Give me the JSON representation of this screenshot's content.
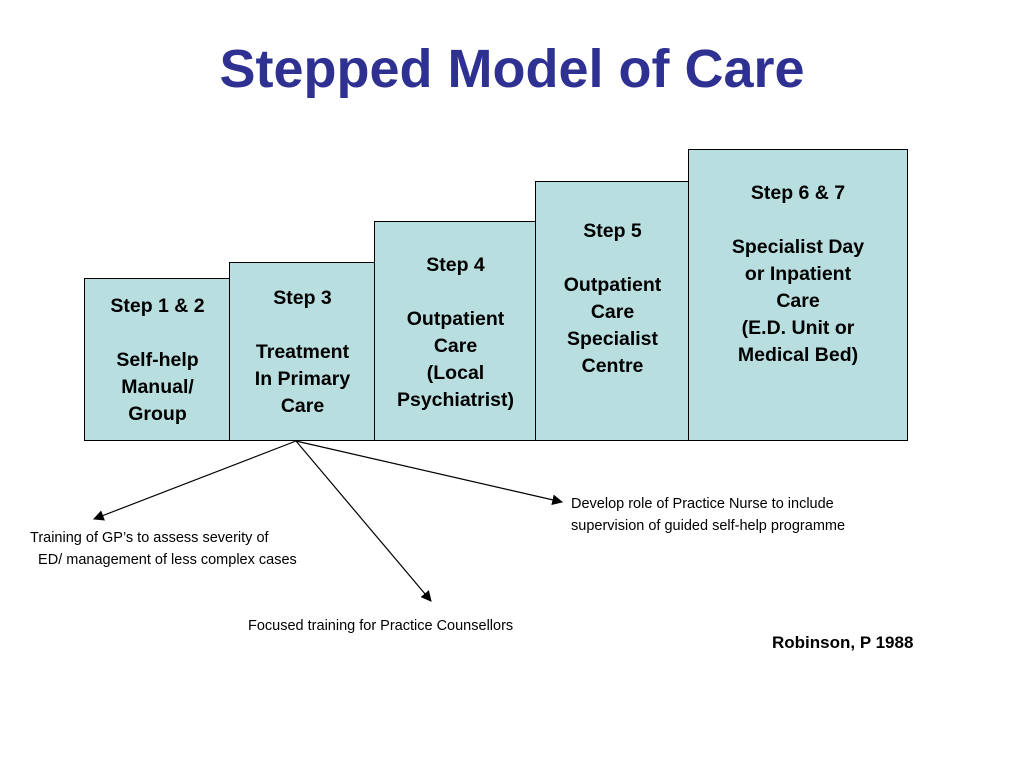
{
  "title": "Stepped Model of Care",
  "steps": [
    {
      "id": "s12",
      "head": "Step 1 & 2",
      "body": "Self-help\nManual/\nGroup"
    },
    {
      "id": "s3",
      "head": "Step 3",
      "body": "Treatment\nIn Primary\nCare"
    },
    {
      "id": "s4",
      "head": "Step 4",
      "body": "Outpatient\nCare\n(Local\nPsychiatrist)"
    },
    {
      "id": "s5",
      "head": "Step 5",
      "body": "Outpatient\nCare\nSpecialist\nCentre"
    },
    {
      "id": "s67",
      "head": "Step 6 & 7",
      "body": "Specialist Day\nor Inpatient\nCare\n(E.D. Unit or\nMedical Bed)"
    }
  ],
  "notes": {
    "gp_training": "Training of GP’s to assess severity of\n  ED/ management of less complex cases",
    "counsellors": "Focused training for Practice Counsellors",
    "practice_nurse": "Develop role of Practice Nurse to include\nsupervision of guided self-help programme"
  },
  "credit": "Robinson, P 1988",
  "colors": {
    "title": "#2e3192",
    "step_fill": "#b8dee0",
    "outline": "#000000"
  }
}
